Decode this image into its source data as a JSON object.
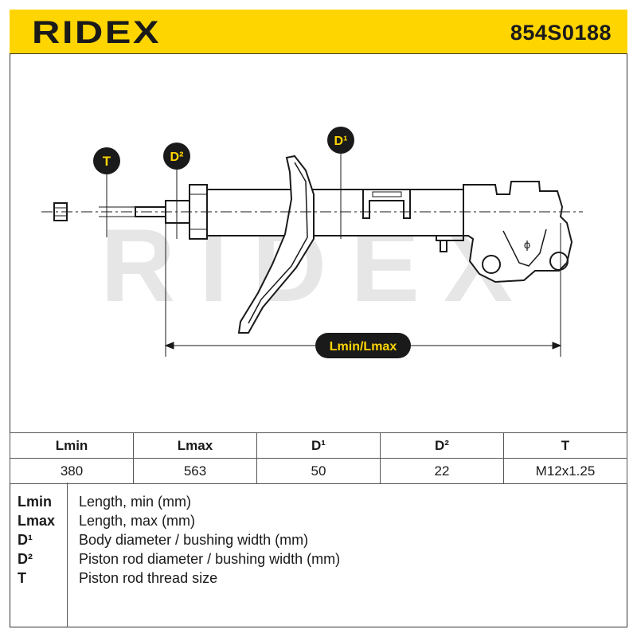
{
  "header": {
    "brand": "RIDEX",
    "part_number": "854S0188"
  },
  "drawing": {
    "watermark": "RIDEX",
    "callout_t": "T",
    "callout_d2": "D²",
    "callout_d1": "D¹",
    "length_label": "Lmin/Lmax",
    "phi_symbol": "ϕ"
  },
  "spec_table": {
    "headers": [
      "Lmin",
      "Lmax",
      "D¹",
      "D²",
      "T"
    ],
    "values": [
      "380",
      "563",
      "50",
      "22",
      "M12x1.25"
    ]
  },
  "legend": [
    {
      "symbol": "Lmin",
      "description": "Length, min (mm)"
    },
    {
      "symbol": "Lmax",
      "description": "Length, max (mm)"
    },
    {
      "symbol": "D¹",
      "description": "Body diameter / bushing width (mm)"
    },
    {
      "symbol": "D²",
      "description": "Piston rod diameter / bushing width (mm)"
    },
    {
      "symbol": "T",
      "description": "Piston rod thread size"
    }
  ],
  "colors": {
    "brand_yellow": "#ffd500",
    "ink": "#1a1a1a",
    "watermark": "#e6e6e6"
  }
}
